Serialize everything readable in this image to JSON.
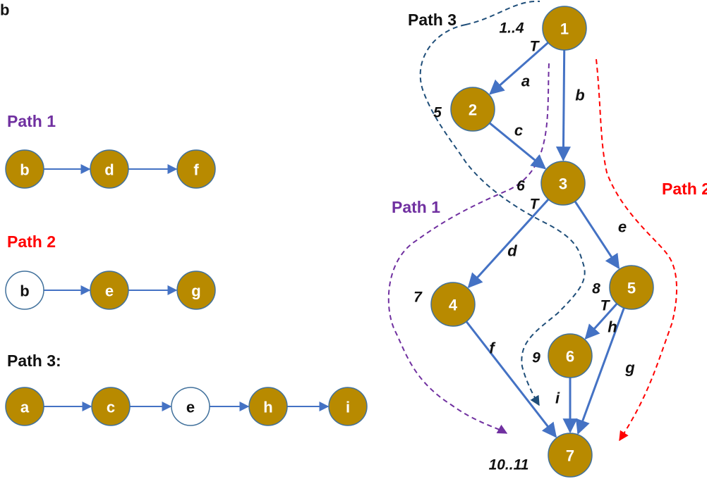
{
  "colors": {
    "node_fill": "#B88A00",
    "node_stroke": "#41719C",
    "edge": "#4472C4",
    "path1": "#7030A0",
    "path2": "#FF0000",
    "path3": "#1F4E79",
    "text_dark": "#111111"
  },
  "corner_label": "b",
  "left_paths": [
    {
      "id": "p1",
      "title": "Path 1",
      "color_key": "path1",
      "nodes": [
        {
          "label": "b",
          "filled": true,
          "bold": true
        },
        {
          "label": "d",
          "filled": true,
          "bold": false
        },
        {
          "label": "f",
          "filled": true,
          "bold": false
        }
      ]
    },
    {
      "id": "p2",
      "title": "Path 2",
      "color_key": "path2",
      "nodes": [
        {
          "label": "b",
          "filled": false,
          "bold": true
        },
        {
          "label": "e",
          "filled": true,
          "bold": false
        },
        {
          "label": "g",
          "filled": true,
          "bold": false
        }
      ]
    },
    {
      "id": "p3",
      "title": "Path 3:",
      "color_key": "text_dark",
      "nodes": [
        {
          "label": "a",
          "filled": true,
          "bold": true
        },
        {
          "label": "c",
          "filled": true,
          "bold": true
        },
        {
          "label": "e",
          "filled": false,
          "bold": false
        },
        {
          "label": "h",
          "filled": true,
          "bold": false
        },
        {
          "label": "i",
          "filled": true,
          "bold": false
        }
      ]
    }
  ],
  "graph": {
    "nodes": [
      {
        "id": "1",
        "label": "1",
        "order": "1..4",
        "taken": "T"
      },
      {
        "id": "2",
        "label": "2",
        "order": "5",
        "taken": ""
      },
      {
        "id": "3",
        "label": "3",
        "order": "6",
        "taken": "T"
      },
      {
        "id": "4",
        "label": "4",
        "order": "7",
        "taken": ""
      },
      {
        "id": "5",
        "label": "5",
        "order": "8",
        "taken": "T"
      },
      {
        "id": "6",
        "label": "6",
        "order": "9",
        "taken": ""
      },
      {
        "id": "7",
        "label": "7",
        "order": "10..11",
        "taken": ""
      }
    ],
    "edges": [
      {
        "from": "1",
        "to": "2",
        "label": "a"
      },
      {
        "from": "1",
        "to": "3",
        "label": "b"
      },
      {
        "from": "2",
        "to": "3",
        "label": "c"
      },
      {
        "from": "3",
        "to": "4",
        "label": "d"
      },
      {
        "from": "3",
        "to": "5",
        "label": "e"
      },
      {
        "from": "4",
        "to": "7",
        "label": "f"
      },
      {
        "from": "5",
        "to": "7",
        "label": "g"
      },
      {
        "from": "5",
        "to": "6",
        "label": "h"
      },
      {
        "from": "6",
        "to": "7",
        "label": "i"
      }
    ],
    "path_overlays": [
      {
        "id": "ov1",
        "title": "Path 1",
        "color_key": "path1"
      },
      {
        "id": "ov2",
        "title": "Path 2",
        "color_key": "path2"
      },
      {
        "id": "ov3",
        "title": "Path 3",
        "color_key": "text_dark",
        "line_color_key": "path3"
      }
    ]
  }
}
